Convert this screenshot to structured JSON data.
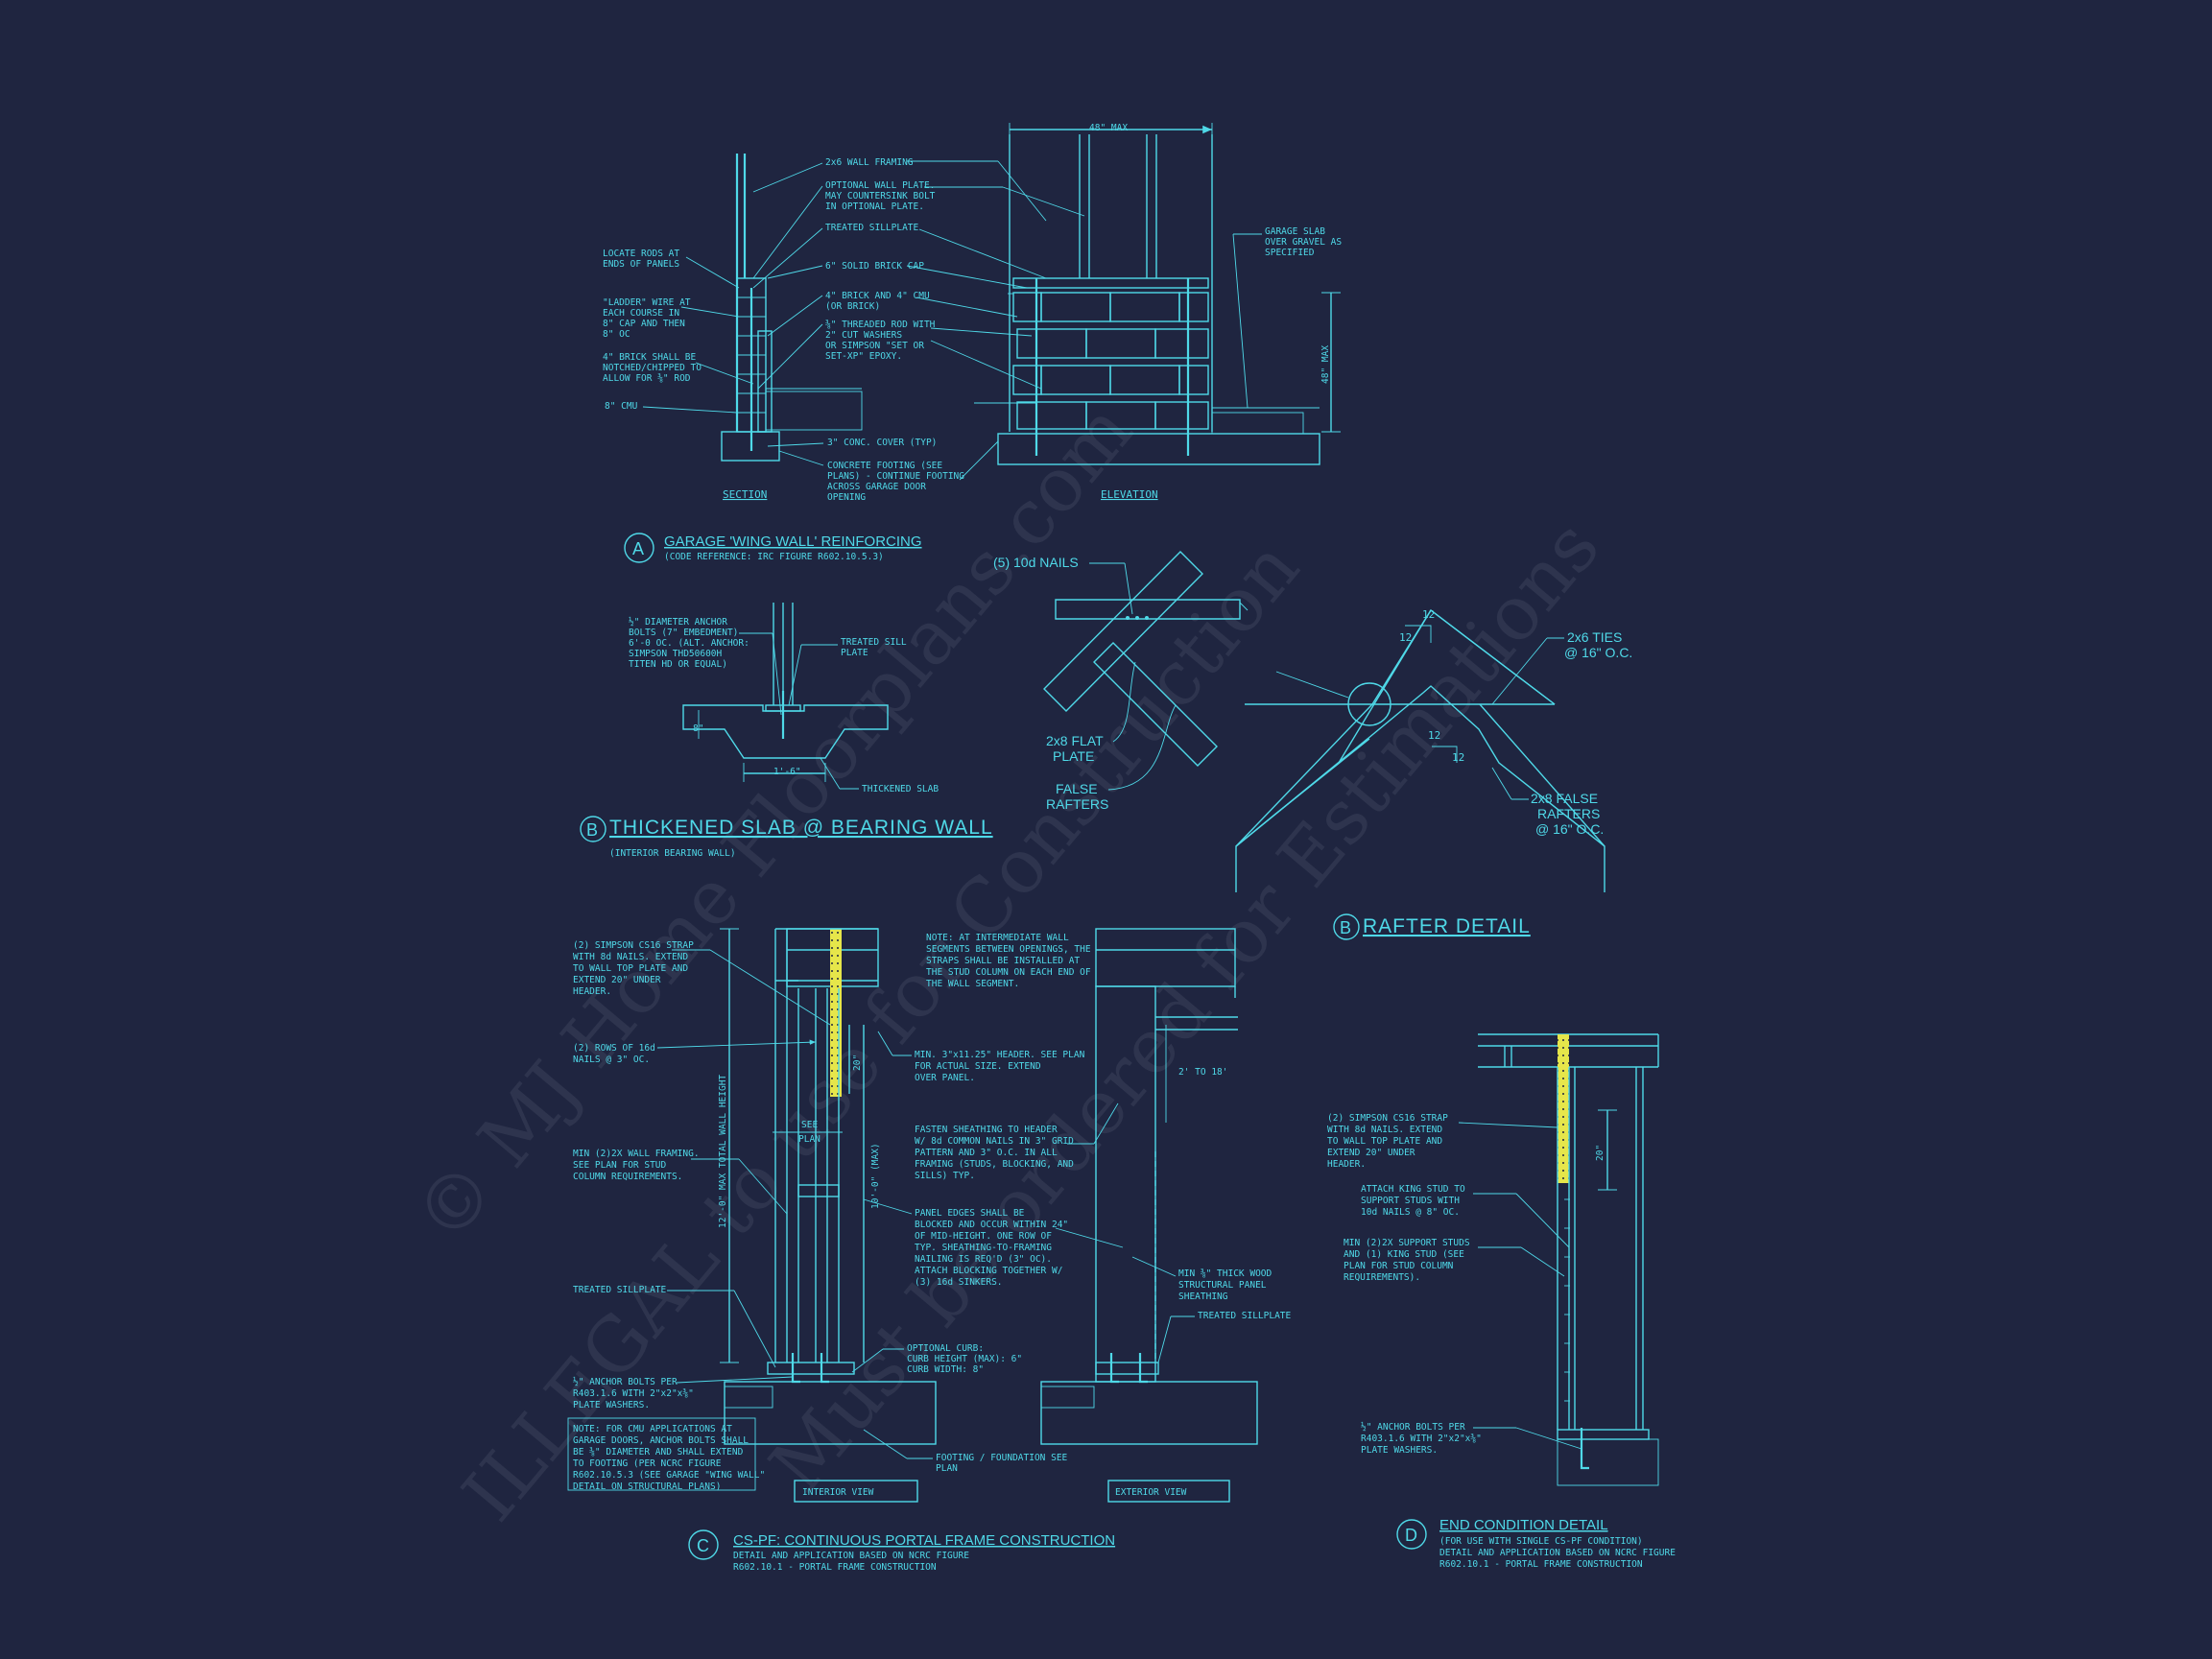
{
  "watermark": {
    "line1": "© MJ Home Floorplans.com",
    "line2": "ILLEGAL to use for Construction",
    "line3": "Must be ordered for Estimations"
  },
  "detailA": {
    "bubble": "A",
    "title": "GARAGE 'WING WALL' REINFORCING",
    "subtitle": "(CODE REFERENCE: IRC FIGURE R602.10.5.3)",
    "section_label": "SECTION",
    "elevation_label": "ELEVATION",
    "dim_48_max": "48\" MAX",
    "dim_48_max_v": "48\" MAX",
    "notes_left": [
      "LOCATE RODS AT ENDS OF PANELS",
      "\"LADDER\" WIRE AT EACH COURSE IN 8\" CAP AND THEN 8\" OC",
      "4\" BRICK SHALL BE NOTCHED/CHIPPED TO ALLOW FOR ⅜\" ROD",
      "8\" CMU"
    ],
    "notes_center": [
      "2x6 WALL FRAMING",
      "OPTIONAL WALL PLATE. MAY COUNTERSINK BOLT IN OPTIONAL PLATE.",
      "TREATED SILLPLATE",
      "6\" SOLID BRICK CAP",
      "4\" BRICK AND 4\" CMU (OR BRICK)",
      "⅜\" THREADED ROD WITH 2\" CUT WASHERS OR SIMPSON \"SET OR SET-XP\" EPOXY.",
      "3\" CONC. COVER (TYP)",
      "CONCRETE FOOTING (SEE PLANS) - CONTINUE FOOTING ACROSS GARAGE DOOR OPENING"
    ],
    "note_right": "GARAGE SLAB OVER GRAVEL AS SPECIFIED"
  },
  "detailB": {
    "bubble": "B",
    "title": "THICKENED SLAB @ BEARING WALL",
    "subtitle": "(INTERIOR BEARING WALL)",
    "note_anchor": "½\" DIAMETER ANCHOR BOLTS (7\" EMBEDMENT) 6'-0 OC. (ALT. ANCHOR: SIMPSON THD50600H TITEN HD OR EQUAL)",
    "note_sill": "TREATED SILL PLATE",
    "note_slab": "THICKENED SLAB",
    "dim_width": "1'-6\"",
    "dim_depth": "8\""
  },
  "rafter": {
    "bubble": "B",
    "title": "RAFTER DETAIL",
    "nails": "(5) 10d NAILS",
    "flat_plate": "2x8 FLAT PLATE",
    "false_rafters_left": "FALSE RAFTERS",
    "ties": "2x6 TIES @ 16\" O.C.",
    "false_rafters_right": "2x8 FALSE RAFTERS @ 16\" O.C.",
    "pitch_12a": "12",
    "pitch_12b": "12",
    "pitch_12c": "12",
    "pitch_12d": "12"
  },
  "detailC": {
    "bubble": "C",
    "title": "CS-PF: CONTINUOUS PORTAL FRAME CONSTRUCTION",
    "subtitle1": "DETAIL AND APPLICATION BASED ON NCRC FIGURE",
    "subtitle2": "R602.10.1 - PORTAL FRAME CONSTRUCTION",
    "interior_view": "INTERIOR VIEW",
    "exterior_view": "EXTERIOR VIEW",
    "dim_wall": "12'-0\" MAX TOTAL WALL HEIGHT",
    "dim_10": "10'-0\" (MAX)",
    "dim_20": "20\"",
    "dim_2to18": "2' TO 18'",
    "see_plan": "SEE PLAN",
    "notes_left": [
      "(2) SIMPSON CS16 STRAP WITH 8d NAILS. EXTEND TO WALL TOP PLATE AND EXTEND 20\" UNDER HEADER.",
      "(2) ROWS OF 16d NAILS @ 3\" OC.",
      "MIN (2)2X WALL FRAMING. SEE PLAN FOR STUD COLUMN REQUIREMENTS.",
      "TREATED SILLPLATE",
      "½\" ANCHOR BOLTS PER R403.1.6 WITH 2\"x2\"x⅜\" PLATE WASHERS."
    ],
    "note_box": "NOTE: FOR CMU APPLICATIONS AT GARAGE DOORS, ANCHOR BOLTS SHALL BE ⅜\" DIAMETER AND SHALL EXTEND TO FOOTING (PER NCRC FIGURE R602.10.5.3 (SEE GARAGE \"WING WALL\" DETAIL ON STRUCTURAL PLANS)",
    "notes_mid": [
      "NOTE: AT INTERMEDIATE WALL SEGMENTS BETWEEN OPENINGS, THE STRAPS SHALL BE INSTALLED AT THE STUD COLUMN ON EACH END OF THE WALL SEGMENT.",
      "MIN. 3\"x11.25\" HEADER. SEE PLAN FOR ACTUAL SIZE. EXTEND OVER PANEL.",
      "FASTEN SHEATHING TO HEADER W/ 8d COMMON NAILS IN 3\" GRID PATTERN AND 3\" O.C. IN ALL FRAMING (STUDS, BLOCKING, AND SILLS) TYP.",
      "PANEL EDGES SHALL BE BLOCKED AND OCCUR WITHIN 24\" OF MID-HEIGHT. ONE ROW OF TYP. SHEATHING-TO-FRAMING NAILING IS REQ'D (3\" OC). ATTACH BLOCKING TOGETHER W/ (3) 16d SINKERS.",
      "OPTIONAL CURB: CURB HEIGHT (MAX): 6\" CURB WIDTH: 8\"",
      "FOOTING / FOUNDATION SEE PLAN"
    ],
    "notes_right": [
      "MIN ⅜\" THICK WOOD STRUCTURAL PANEL SHEATHING",
      "TREATED SILLPLATE"
    ]
  },
  "detailD": {
    "bubble": "D",
    "title": "END CONDITION DETAIL",
    "subtitle1": "(FOR USE WITH SINGLE CS-PF CONDITION)",
    "subtitle2": "DETAIL AND APPLICATION BASED ON NCRC FIGURE",
    "subtitle3": "R602.10.1 - PORTAL FRAME CONSTRUCTION",
    "dim_20": "20\"",
    "notes": [
      "(2) SIMPSON CS16 STRAP WITH 8d NAILS. EXTEND TO WALL TOP PLATE AND EXTEND 20\" UNDER HEADER.",
      "ATTACH KING STUD TO SUPPORT STUDS WITH 10d NAILS @ 8\" OC.",
      "MIN (2)2X SUPPORT STUDS AND (1) KING STUD (SEE PLAN FOR STUD COLUMN REQUIREMENTS).",
      "½\" ANCHOR BOLTS PER R403.1.6 WITH 2\"x2\"x⅜\" PLATE WASHERS."
    ]
  },
  "colors": {
    "background": "#1f2540",
    "line": "#4fd9e8",
    "strap": "#e6e64a"
  }
}
